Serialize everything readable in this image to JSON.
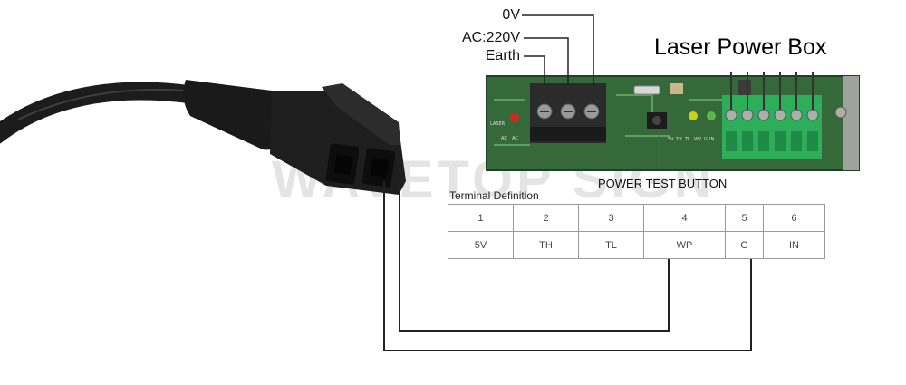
{
  "title": "Laser Power Box",
  "watermark": "WAVETOP SIGN",
  "voltages": [
    "0V",
    "AC:220V",
    "Earth"
  ],
  "test_button": "POWER TEST BUTTON",
  "terminal_definition": {
    "heading": "Terminal Definition",
    "numbers": [
      "1",
      "2",
      "3",
      "4",
      "5",
      "6"
    ],
    "names": [
      "5V",
      "TH",
      "TL",
      "WP",
      "G",
      "IN"
    ]
  },
  "board_labels": [
    "LASER",
    "AC",
    "AC",
    "5V",
    "TH",
    "TL",
    "WP",
    "G",
    "IN"
  ],
  "colors": {
    "pcb": "#3f7a3a",
    "terminal_green": "#2fae5a",
    "terminal_black": "#2b2b2b",
    "cable": "#1a1a1a",
    "wire": "#222222",
    "led_red": "#d22a1e",
    "led_yellow": "#c8d419"
  }
}
